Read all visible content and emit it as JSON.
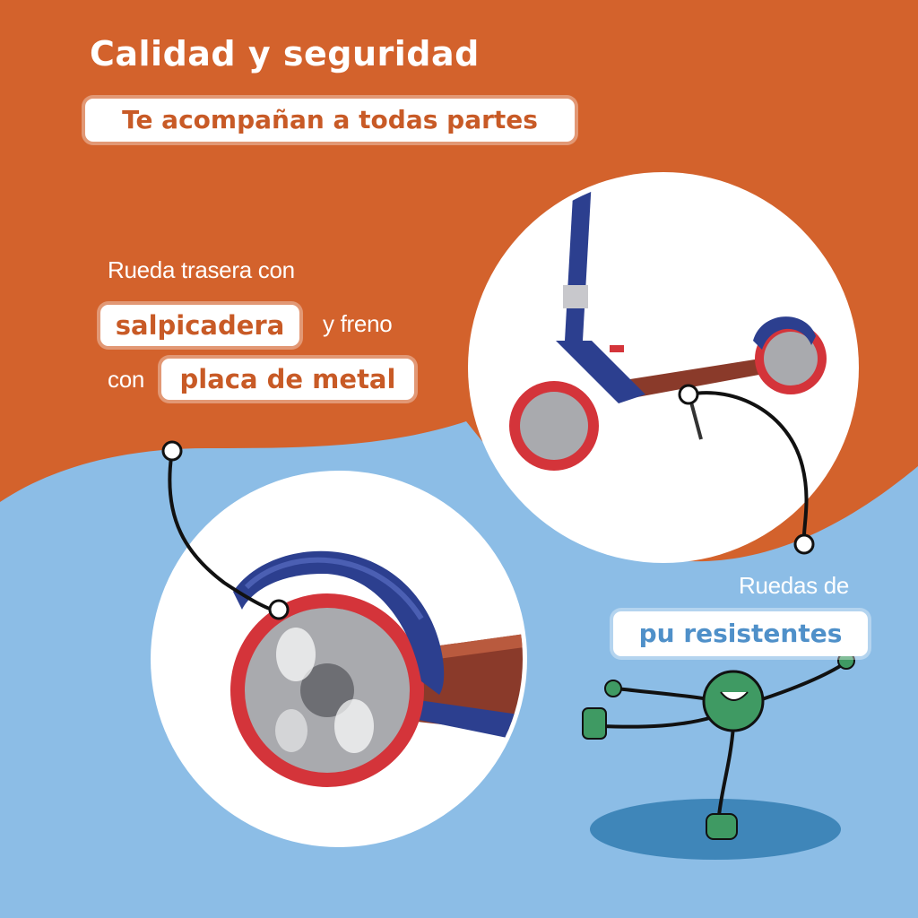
{
  "heading": {
    "title": "Calidad y seguridad",
    "subtitle": "Te acompañan a todas partes"
  },
  "feature_rear": {
    "line1": "Rueda trasera con",
    "highlight1": "salpicadera",
    "line2_suffix": "y freno",
    "line3_prefix": "con",
    "highlight2": "placa de metal"
  },
  "feature_wheels": {
    "line1": "Ruedas de",
    "highlight": "pu resistentes"
  },
  "colors": {
    "orange_background": "#d3622c",
    "blue_background": "#8cbde6",
    "highlight_orange_text": "#c85a26",
    "highlight_blue_text": "#4f90c9",
    "scooter_blue": "#2c3f8f",
    "wheel_red": "#d4343a",
    "mascot_green": "#3f9a63"
  }
}
